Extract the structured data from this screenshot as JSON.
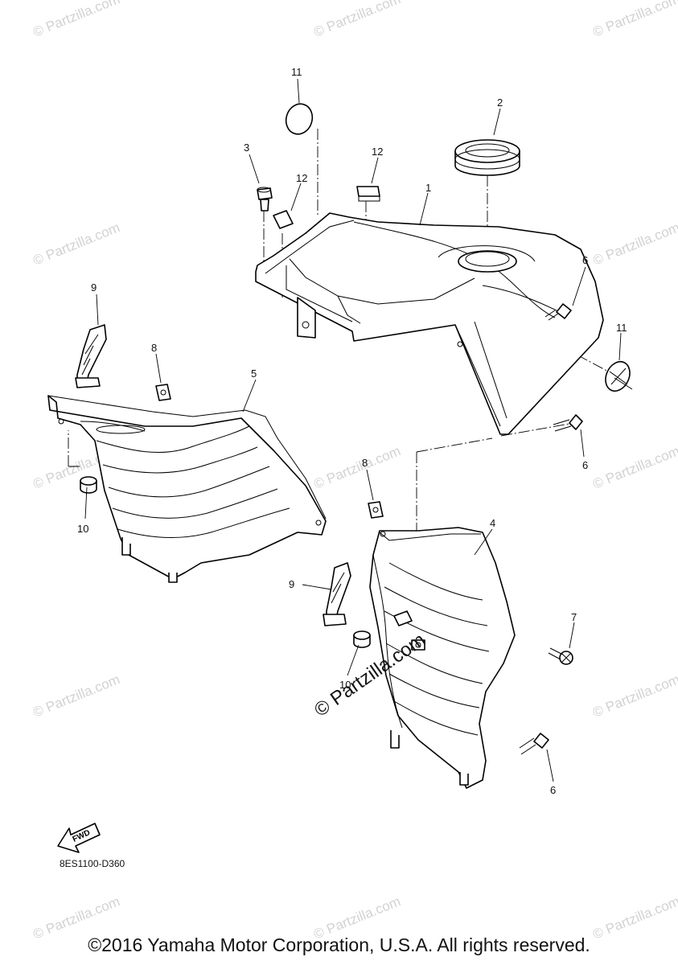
{
  "watermark_text": "© Partzilla.com",
  "center_watermark_text": "© Partzilla.com",
  "fwd_label": "FWD",
  "diagram_code": "8ES1100-D360",
  "copyright": "©2016 Yamaha Motor Corporation, U.S.A. All rights reserved.",
  "callouts": {
    "c1": "1",
    "c2": "2",
    "c3": "3",
    "c4": "4",
    "c5": "5",
    "c6a": "6",
    "c6b": "6",
    "c6c": "6",
    "c7": "7",
    "c8a": "8",
    "c8b": "8",
    "c9a": "9",
    "c9b": "9",
    "c10a": "10",
    "c10b": "10",
    "c11a": "11",
    "c11b": "11",
    "c12a": "12",
    "c12b": "12"
  }
}
